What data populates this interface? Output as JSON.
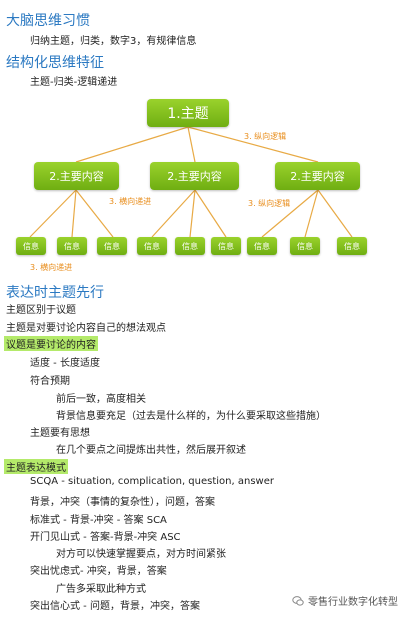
{
  "section1": {
    "title": "大脑思维习惯",
    "line1": "归纳主题，归类，数字3，有规律信息"
  },
  "section2": {
    "title": "结构化思维特征",
    "line1": "主题-归类-逻辑递进"
  },
  "diagram": {
    "top": "1.主题",
    "mid": [
      "2.主要内容",
      "2.主要内容",
      "2.主要内容"
    ],
    "leaf": [
      "信息",
      "信息",
      "信息",
      "信息",
      "信息",
      "信息",
      "信息",
      "信息",
      "信息"
    ],
    "label_vertical_1": "3. 纵向逻辑",
    "label_vertical_2": "3. 纵向逻辑",
    "label_horizontal_1": "3. 横向递进",
    "label_horizontal_2": "3. 横向递进"
  },
  "section3": {
    "title": "表达时主题先行",
    "l1": "主题区别于议题",
    "l2": "主题是对要讨论内容自己的想法观点",
    "l3": "议题是要讨论的内容",
    "l4": "适度 - 长度适度",
    "l5": "符合预期",
    "l6": "前后一致，高度相关",
    "l7": "背景信息要充足（过去是什么样的，为什么要采取这些措施）",
    "l8": "主题要有思想",
    "l9": "在几个要点之间提炼出共性，然后展开叙述"
  },
  "section4": {
    "title": "主题表达模式",
    "l1": "SCQA - situation, complication, question, answer",
    "l2": "背景，冲突（事情的复杂性），问题，答案",
    "l3": "标准式 - 背景-冲突 - 答案 SCA",
    "l4": "开门见山式 - 答案-背景-冲突 ASC",
    "l5": "对方可以快速掌握要点，对方时间紧张",
    "l6": "突出忧虑式- 冲突，背景，答案",
    "l7": "广告多采取此种方式",
    "l8": "突出信心式 - 问题，背景，冲突，答案"
  },
  "watermark": {
    "text": "零售行业数字化转型",
    "icon": "wechat-icon"
  }
}
